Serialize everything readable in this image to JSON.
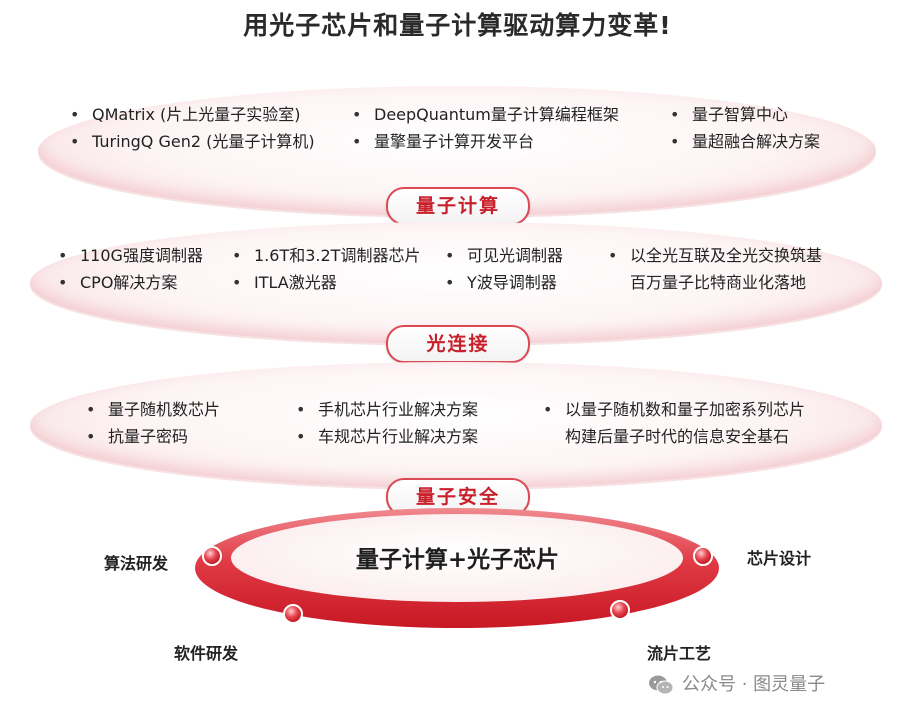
{
  "title": "用光子芯片和量子计算驱动算力变革!",
  "layers": {
    "top": {
      "col1": [
        "QMatrix (片上光量子实验室)",
        "TuringQ Gen2 (光量子计算机)"
      ],
      "col2": [
        "DeepQuantum量子计算编程框架",
        "量擎量子计算开发平台"
      ],
      "col3": [
        "量子智算中心",
        "量超融合解决方案"
      ],
      "label": "量子计算"
    },
    "middle": {
      "col1": [
        "110G强度调制器",
        "CPO解决方案"
      ],
      "col2": [
        "1.6T和3.2T调制器芯片",
        "ITLA激光器"
      ],
      "col3": [
        "可见光调制器",
        "Y波导调制器"
      ],
      "col4": [
        "以全光互联及全光交换筑基",
        "百万量子比特商业化落地"
      ],
      "label": "光连接"
    },
    "bottom": {
      "col1": [
        "量子随机数芯片",
        "抗量子密码"
      ],
      "col2": [
        "手机芯片行业解决方案",
        "车规芯片行业解决方案"
      ],
      "col3": [
        "以量子随机数和量子加密系列芯片",
        "构建后量子时代的信息安全基石"
      ],
      "label": "量子安全"
    }
  },
  "core": {
    "text": "量子计算+光子芯片",
    "stages": {
      "algorithm": "算法研发",
      "software": "软件研发",
      "chip_design": "芯片设计",
      "tapeout": "流片工艺"
    }
  },
  "footer": {
    "text": "公众号 · 图灵量子"
  },
  "colors": {
    "accent": "#d32a35",
    "label_text": "#c81f2b"
  }
}
